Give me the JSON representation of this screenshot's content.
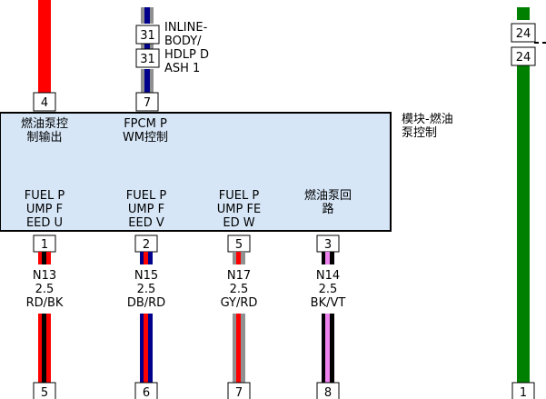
{
  "module": {
    "label_lines": [
      "模块-燃油",
      "泵控制"
    ],
    "fill_color": "#d6e6f7"
  },
  "top_wires": [
    {
      "id": "wire-4",
      "pin": "4",
      "colors": [
        "#ff0000"
      ],
      "module_label": [
        "燃油泵控",
        "制输出"
      ]
    },
    {
      "id": "wire-7",
      "pin": "7",
      "colors": [
        "#00008b",
        "#909090"
      ],
      "splice_connectors": [
        "31",
        "31"
      ],
      "splice_label": [
        "INLINE-",
        "BODY/",
        "HDLP D",
        "ASH 1"
      ],
      "module_label": [
        "FPCM P",
        "WM控制"
      ]
    }
  ],
  "bottom_wires": [
    {
      "id": "wire-n13",
      "pin": "1",
      "circuit": "N13",
      "gauge": "2.5",
      "color_code": "RD/BK",
      "colors": [
        "#ff0000",
        "#000000"
      ],
      "end_connector": "5",
      "module_label": [
        "FUEL P",
        "UMP F",
        "EED U"
      ]
    },
    {
      "id": "wire-n15",
      "pin": "2",
      "circuit": "N15",
      "gauge": "2.5",
      "color_code": "DB/RD",
      "colors": [
        "#00008b",
        "#ff0000"
      ],
      "end_connector": "6",
      "module_label": [
        "FUEL P",
        "UMP F",
        "EED V"
      ]
    },
    {
      "id": "wire-n17",
      "pin": "5",
      "circuit": "N17",
      "gauge": "2.5",
      "color_code": "GY/RD",
      "colors": [
        "#909090",
        "#ff0000"
      ],
      "end_connector": "7",
      "module_label": [
        "FUEL P",
        "UMP FE",
        "ED W"
      ]
    },
    {
      "id": "wire-n14",
      "pin": "3",
      "circuit": "N14",
      "gauge": "2.5",
      "color_code": "BK/VT",
      "colors": [
        "#000000",
        "#ee82ee"
      ],
      "end_connector": "8",
      "module_label": [
        "燃油泵回",
        "路"
      ]
    }
  ],
  "side_wire": {
    "id": "wire-green",
    "colors": [
      "#008000"
    ],
    "top_connectors": [
      "24",
      "24"
    ],
    "end_connector": "1"
  }
}
